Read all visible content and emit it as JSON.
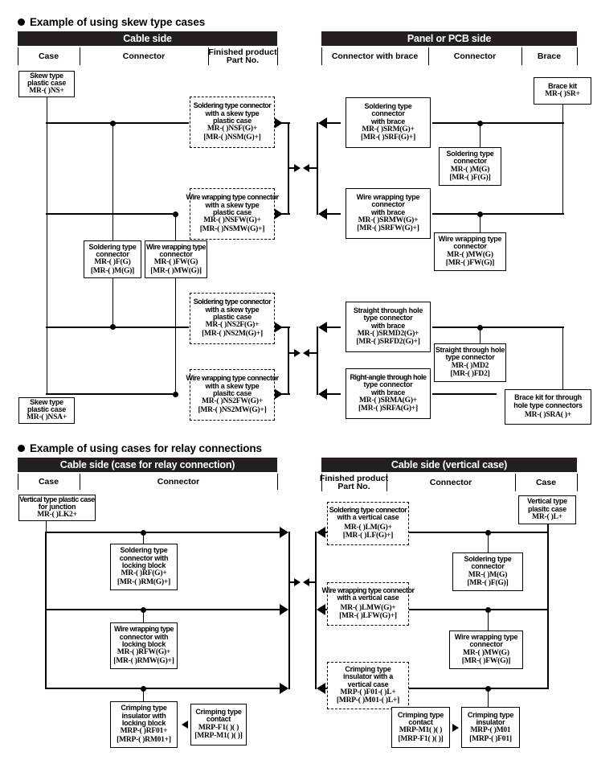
{
  "sections": [
    {
      "heading": "Example of using skew type cases"
    },
    {
      "heading": "Example of using cases for relay connections"
    }
  ],
  "banners": {
    "cable_side": "Cable side",
    "panel_pcb_side": "Panel or PCB side",
    "cable_side_relay": "Cable side (case for relay connection)",
    "cable_side_vertical": "Cable side (vertical case)"
  },
  "columns": {
    "case": "Case",
    "connector": "Connector",
    "finished_product": "Finished product",
    "part_no": "Part No.",
    "connector_with_brace": "Connector with brace",
    "brace": "Brace"
  },
  "diagram1": {
    "skew_case_top": {
      "l1": "Skew type",
      "l2": "plastic case",
      "pn": "MR-( )NS+"
    },
    "skew_case_bottom": {
      "l1": "Skew type",
      "l2": "plastic case",
      "pn": "MR-( )NSA+"
    },
    "sold_conn": {
      "l1": "Soldering type",
      "l2": "connector",
      "pn1": "MR-( )F(G)",
      "pn2": "[MR-( )M(G)]"
    },
    "wire_conn": {
      "l1": "Wire wrapping type",
      "l2": "connector",
      "pn1": "MR-( )FW(G)",
      "pn2": "[MR-( )MW(G)]"
    },
    "sold_skew": {
      "l1": "Soldering type connector",
      "l2": "with a skew type",
      "l3": "plastic case",
      "pn1": "MR-( )NSF(G)+",
      "pn2": "[MR-( )NSM(G)+]"
    },
    "wire_skew": {
      "l1": "Wire wrapping type connector",
      "l2": "with a skew type",
      "l3": "plastic case",
      "pn1": "MR-( )NSFW(G)+",
      "pn2": "[MR-( )NSMW(G)+]"
    },
    "sold_skew2": {
      "l1": "Soldering type connector",
      "l2": "with a skew type",
      "l3": "plastic case",
      "pn1": "MR-( )NS2F(G)+",
      "pn2": "[MR-( )NS2M(G)+]"
    },
    "wire_skew2": {
      "l1": "Wire wrapping type connector",
      "l2": "with a skew type",
      "l3": "plasitc case",
      "pn1": "MR-( )NS2FW(G)+",
      "pn2": "[MR-( )NS2MW(G)+]"
    },
    "sold_brace": {
      "l1": "Soldering type",
      "l2": "connector",
      "l3": "with brace",
      "pn1": "MR-( )SRM(G)+",
      "pn2": "[MR-( )SRF(G)+]"
    },
    "wire_brace": {
      "l1": "Wire wrapping type",
      "l2": "connector",
      "l3": "with brace",
      "pn1": "MR-( )SRMW(G)+",
      "pn2": "[MR-( )SRFW(G)+]"
    },
    "straight_brace": {
      "l1": "Straight through hole",
      "l2": "type connector",
      "l3": "with brace",
      "pn1": "MR-( )SRMD2(G)+",
      "pn2": "[MR-( )SRFD2(G)+]"
    },
    "rightangle_brace": {
      "l1": "Right-angle through hole",
      "l2": "type connector",
      "l3": "with brace",
      "pn1": "MR-( )SRMA(G)+",
      "pn2": "[MR-( )SRFA(G)+]"
    },
    "panel_sold": {
      "l1": "Soldering type",
      "l2": "connector",
      "pn1": "MR-( )M(G)",
      "pn2": "[MR-( )F(G)]"
    },
    "panel_wire": {
      "l1": "Wire wrapping type",
      "l2": "connector",
      "pn1": "MR-( )MW(G)",
      "pn2": "[MR-( )FW(G)]"
    },
    "panel_straight": {
      "l1": "Straight through hole",
      "l2": "type connector",
      "pn1": "MR-( )MD2",
      "pn2": "[MR-( )FD2]"
    },
    "brace_kit": {
      "l1": "Brace kit",
      "pn": "MR-( )SR+"
    },
    "brace_kit_hole": {
      "l1": "Brace kit for through",
      "l2": "hole type connectors",
      "pn": "MR-( )SRA( )+"
    }
  },
  "diagram2": {
    "vertical_junction_case": {
      "l1": "Vertical type plastic case",
      "l2": "for junction",
      "pn": "MR-( )LK2+"
    },
    "sold_lock": {
      "l1": "Soldering type",
      "l2": "connector with",
      "l3": "locking block",
      "pn1": "MR-( )RF(G)+",
      "pn2": "[MR-( )RM(G)+]"
    },
    "wire_lock": {
      "l1": "Wire wrapping type",
      "l2": "connector with",
      "l3": "locking block",
      "pn1": "MR-( )RFW(G)+",
      "pn2": "[MR-( )RMW(G)+]"
    },
    "crimp_insulator_lock": {
      "l1": "Crimping type",
      "l2": "insulator with",
      "l3": "locking block",
      "pn1": "MRP-( )RF01+",
      "pn2": "[MRP-( )RM01+]"
    },
    "crimp_contact_left": {
      "l1": "Crimping type",
      "l2": "contact",
      "pn1": "MRP-F1( )( )",
      "pn2": "[MRP-M1( )( )]"
    },
    "sold_vertical": {
      "l1": "Soldering type connector",
      "l2": "with a vertical case",
      "pn1": "MR-( )LM(G)+",
      "pn2": "[MR-( )LF(G)+]"
    },
    "wire_vertical": {
      "l1": "Wire wrapping type connector",
      "l2": "with a vertical case",
      "pn1": "MR-( )LMW(G)+",
      "pn2": "[MR-( )LFW(G)+]"
    },
    "crimp_vertical": {
      "l1": "Crimping type",
      "l2": "insulator with a",
      "l3": "vertical case",
      "pn1": "MRP-( )F01-( )L+",
      "pn2": "[MRP-( )M01-( )L+]"
    },
    "sold_conn_r": {
      "l1": "Soldering type",
      "l2": "connector",
      "pn1": "MR-( )M(G)",
      "pn2": "[MR-( )F(G)]"
    },
    "wire_conn_r": {
      "l1": "Wire wrapping type",
      "l2": "connector",
      "pn1": "MR-( )MW(G)",
      "pn2": "[MR-( )FW(G)]"
    },
    "crimp_contact_right": {
      "l1": "Crimping type",
      "l2": "contact",
      "pn1": "MRP-M1( )( )",
      "pn2": "[MRP-F1( )( )]"
    },
    "crimp_insulator_right": {
      "l1": "Crimping type",
      "l2": "insulator",
      "pn1": "MRP-( )M01",
      "pn2": "[MRP-( )F01]"
    },
    "vertical_case": {
      "l1": "Vertical type",
      "l2": "plasitc case",
      "pn": "MR-( )L+"
    }
  }
}
